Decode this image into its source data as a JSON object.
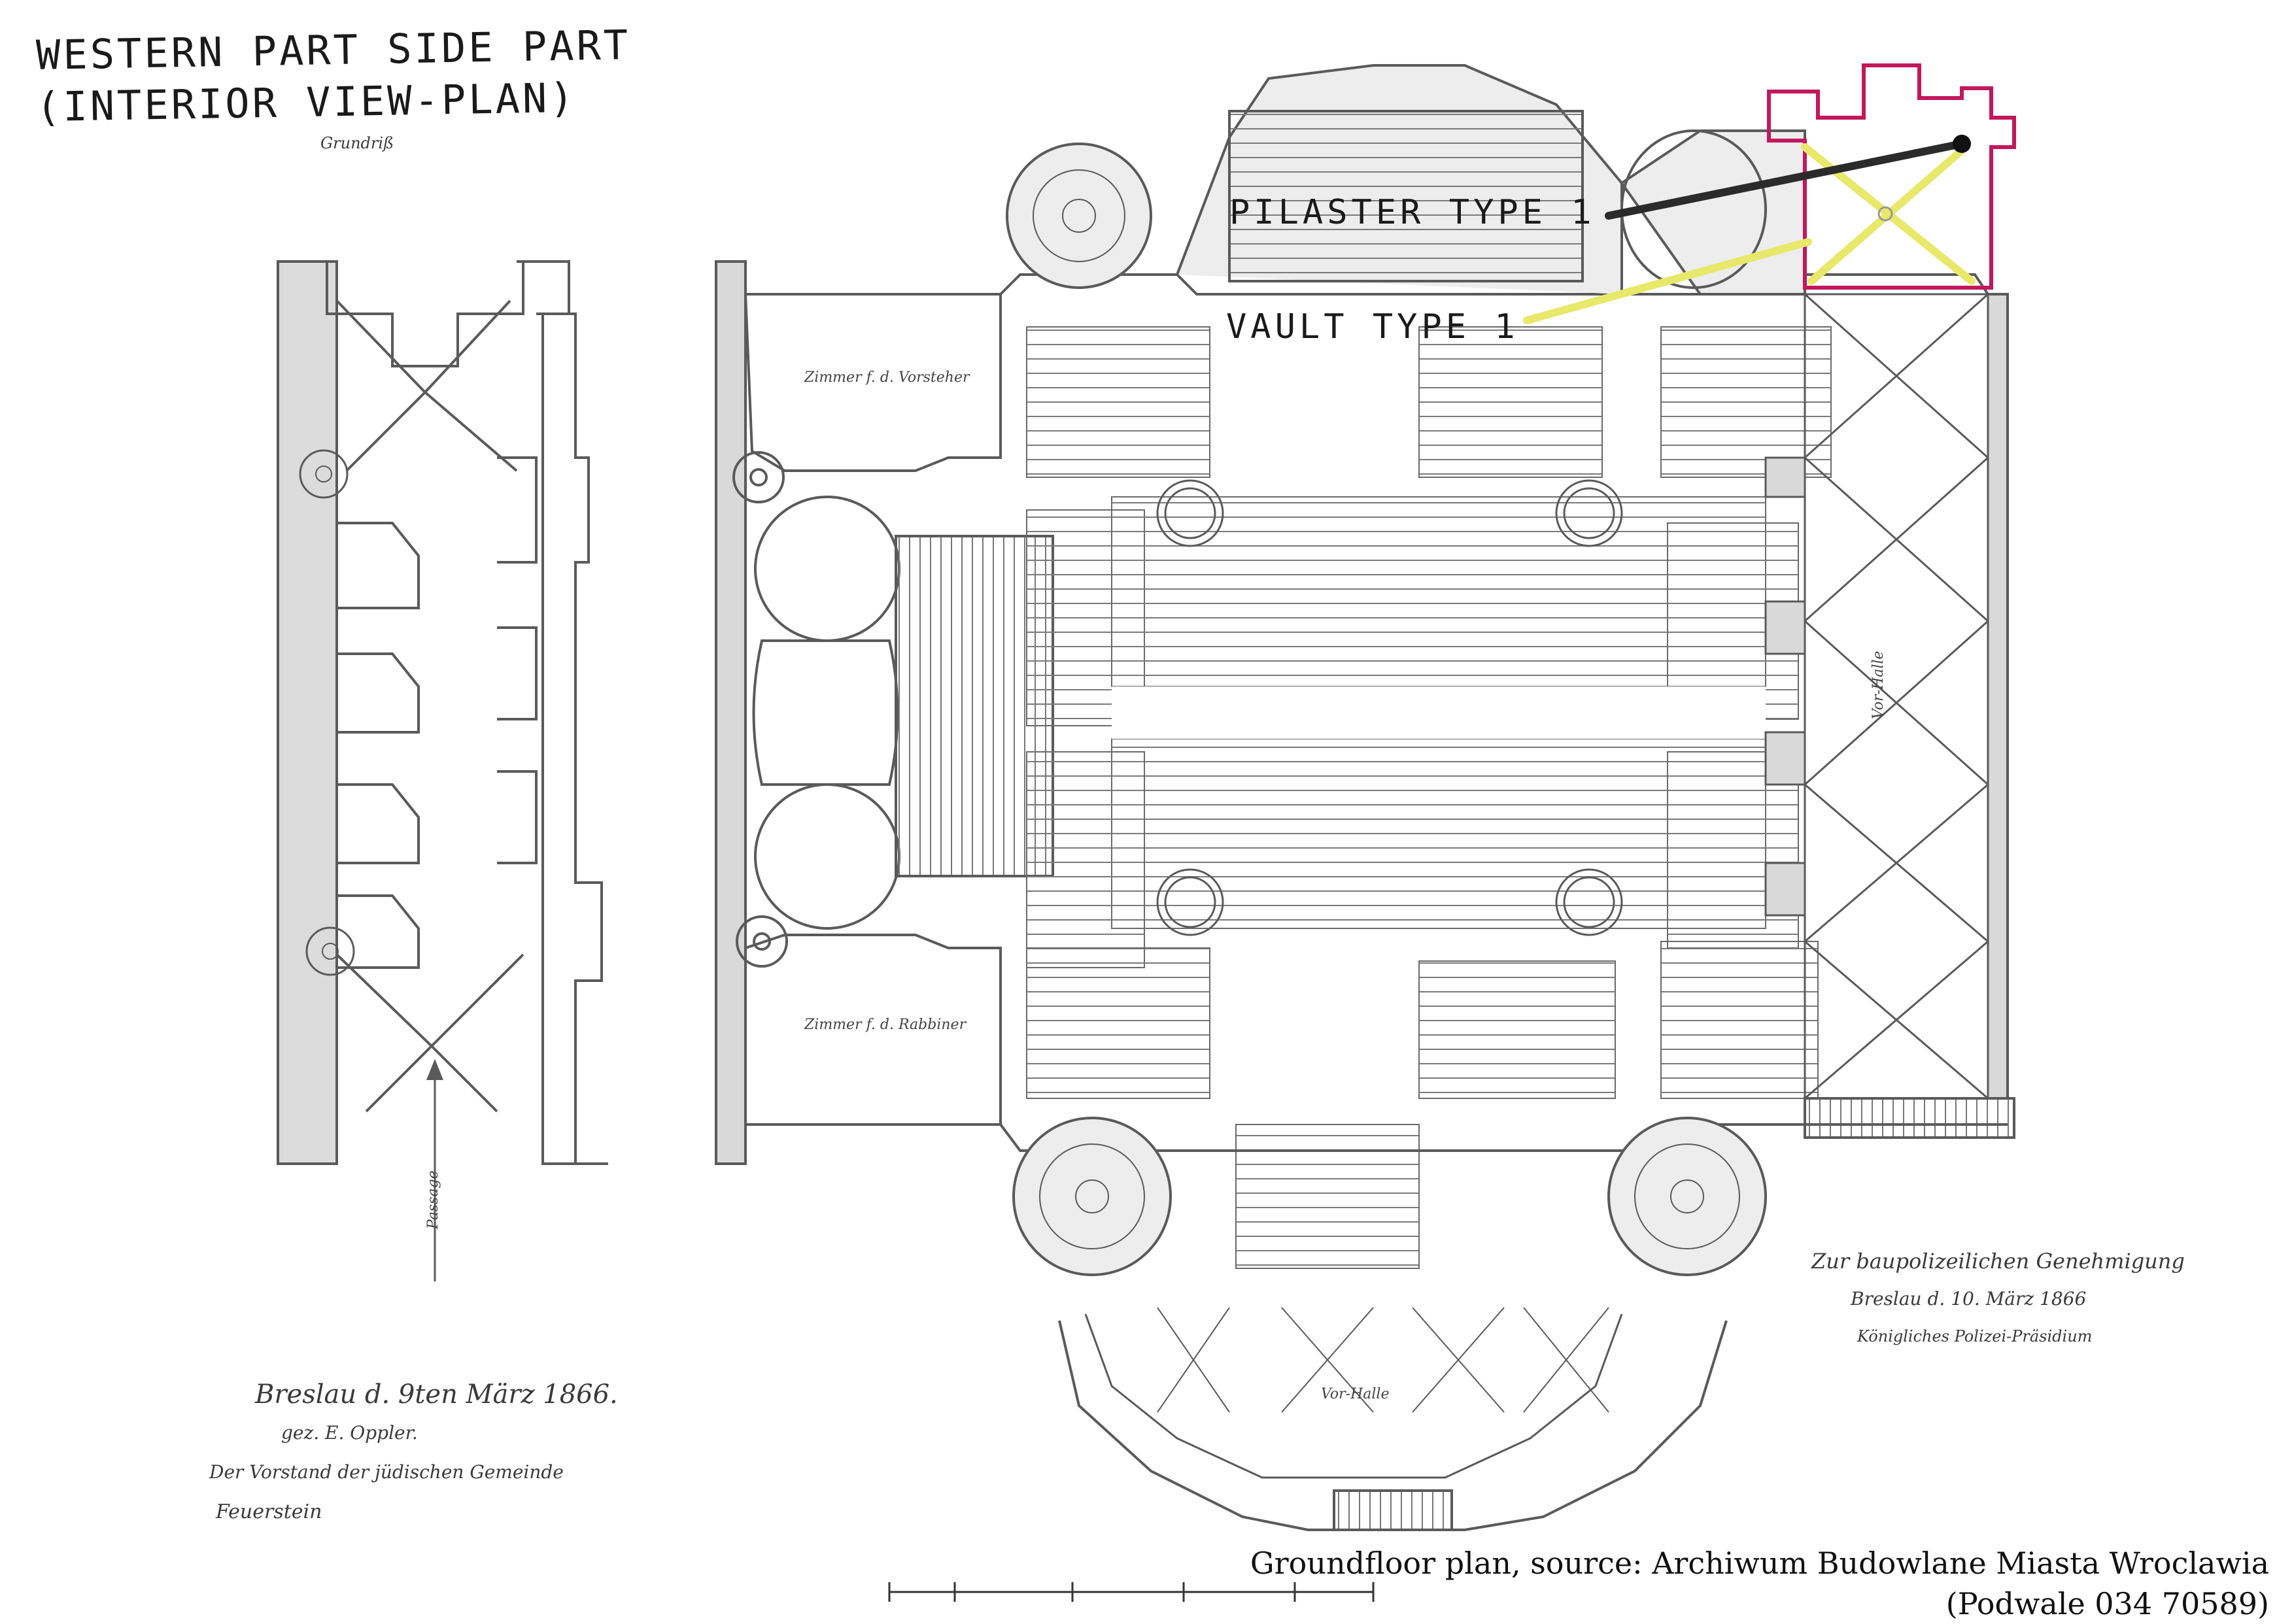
{
  "title": {
    "line1": "WESTERN PART SIDE PART",
    "line2": "(INTERIOR VIEW-PLAN)"
  },
  "callouts": {
    "pilaster": "PILASTER TYPE 1",
    "vault": "VAULT TYPE 1"
  },
  "caption": {
    "line1": "Groundfloor plan, source: Archiwum Budowlane Miasta Wroclawia",
    "line2": "(Podwale 034 70589)"
  },
  "colors": {
    "highlight_outline": "#c2185b",
    "vault_lines": "#e8e86a",
    "pilaster_line": "#2b2b2b",
    "drawing_ink": "#5a5a5a",
    "wall_fill": "#d9d9d9"
  },
  "original_script": {
    "plan_heading": "Grundriß",
    "room_top": "Zimmer f. d. Vorsteher",
    "room_bottom": "Zimmer f. d. Rabbiner",
    "hall_right": "Vor-Halle",
    "hall_bottom": "Vor-Halle",
    "passage": "Passage",
    "signature_date": "Breslau d. 9ten März 1866.",
    "signature_name": "gez. E. Oppler.",
    "signature_body": "Der Vorstand der jüdischen Gemeinde",
    "signature_body2": "Feuerstein",
    "approval_line1": "Zur baupolizeilichen Genehmigung",
    "approval_line2": "Breslau d. 10. März 1866",
    "approval_line3": "Königliches Polizei-Präsidium"
  }
}
